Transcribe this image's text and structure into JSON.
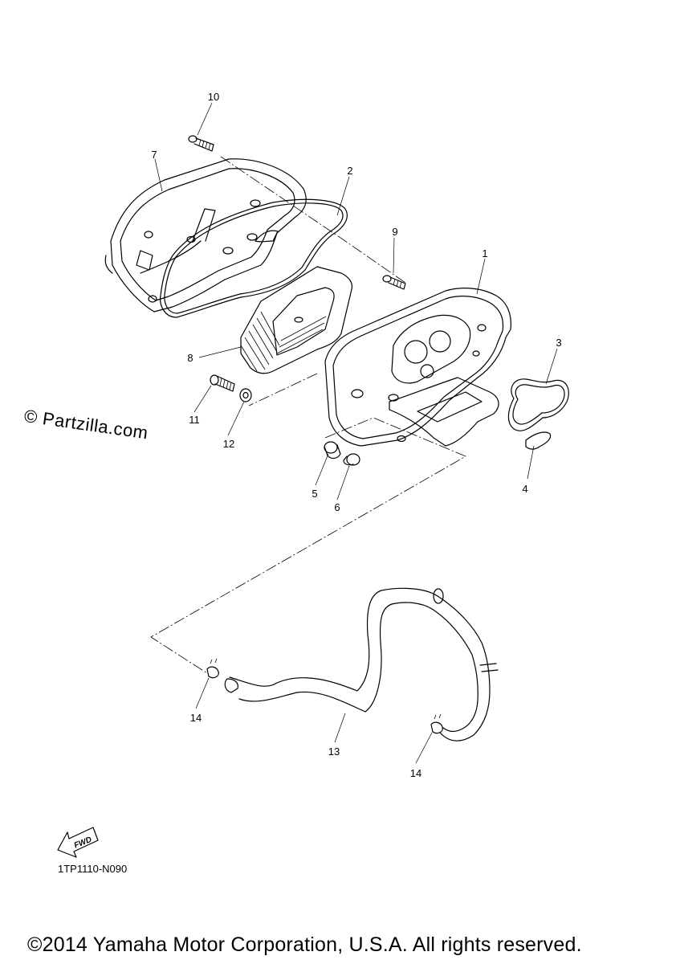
{
  "watermark": "© Partzilla.com",
  "diagram_code": "1TP1110-N090",
  "fwd_badge": "FWD",
  "copyright": "©2014 Yamaha Motor Corporation, U.S.A. All rights reserved.",
  "callouts": [
    "1",
    "2",
    "3",
    "4",
    "5",
    "6",
    "7",
    "8",
    "9",
    "10",
    "11",
    "12",
    "13",
    "14",
    "14"
  ]
}
